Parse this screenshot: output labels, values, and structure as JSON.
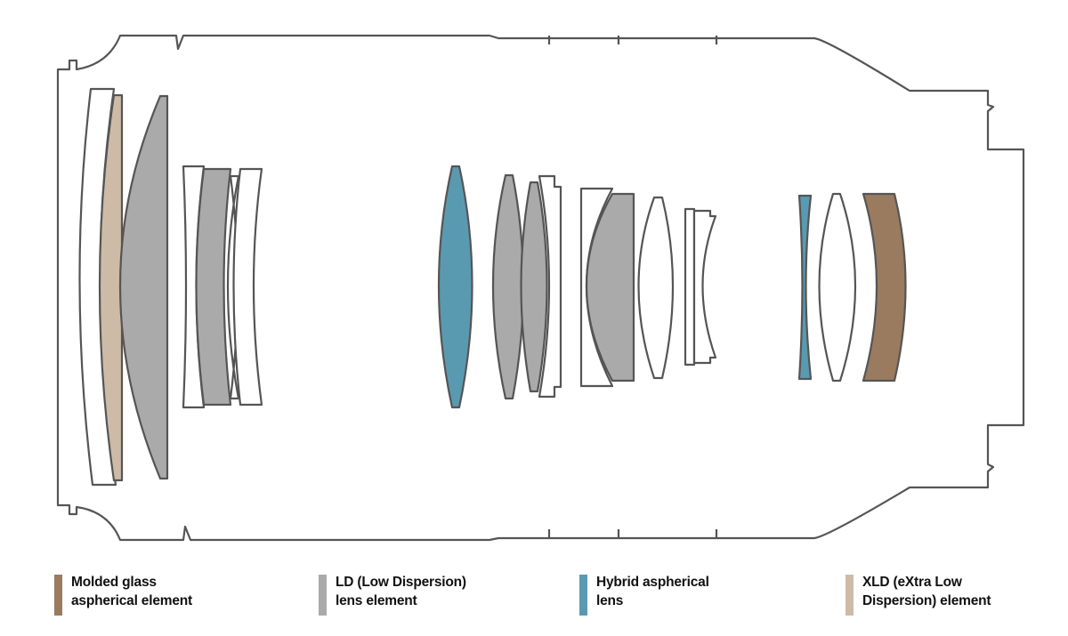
{
  "colors": {
    "outline": "#555555",
    "molded": "#9a7b60",
    "ld": "#aaaaaa",
    "hybrid": "#5a9ab0",
    "xld": "#cdbba8",
    "clear": "#ffffff"
  },
  "legend": [
    {
      "line1": "Molded glass",
      "line2": "aspherical element",
      "color": "#9a7b60"
    },
    {
      "line1": "LD (Low Dispersion)",
      "line2": "lens element",
      "color": "#aaaaaa"
    },
    {
      "line1": "Hybrid aspherical",
      "line2": "lens",
      "color": "#5a9ab0"
    },
    {
      "line1": "XLD (eXtra Low",
      "line2": "Dispersion) element",
      "color": "#cdbba8"
    }
  ]
}
